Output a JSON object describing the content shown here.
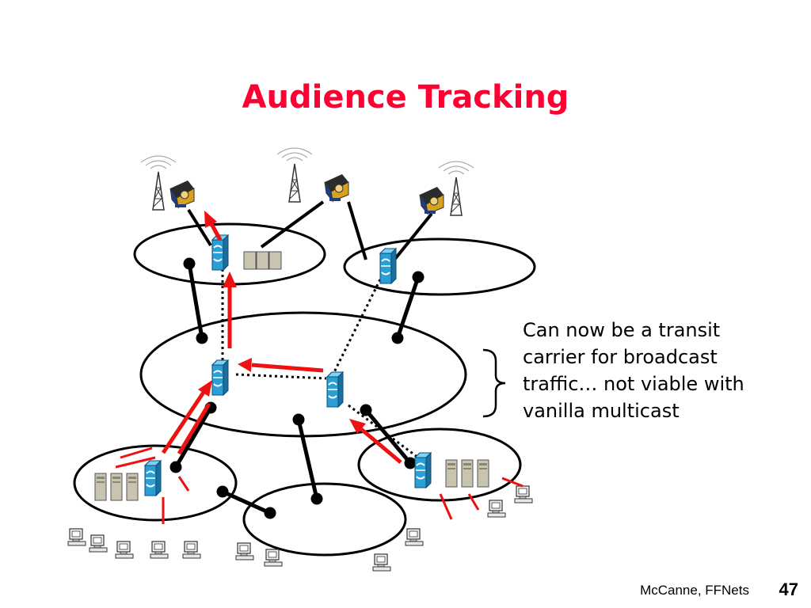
{
  "slide": {
    "title": "Audience Tracking",
    "annotation_lines": [
      "Can now be a transit",
      "carrier for broadcast",
      "traffic… not viable with",
      "vanilla multicast"
    ],
    "footer_author": "McCanne, FFNets",
    "page_number": "47"
  },
  "colors": {
    "title": "#ff0033",
    "arrow": "#ee1111",
    "router": "#2a9fd6",
    "server": "#c8c4b0"
  },
  "icons": [
    "broadcast-tower-icon",
    "camera-icon",
    "router-icon",
    "server-rack-icon",
    "workstation-icon",
    "curly-brace-icon"
  ]
}
